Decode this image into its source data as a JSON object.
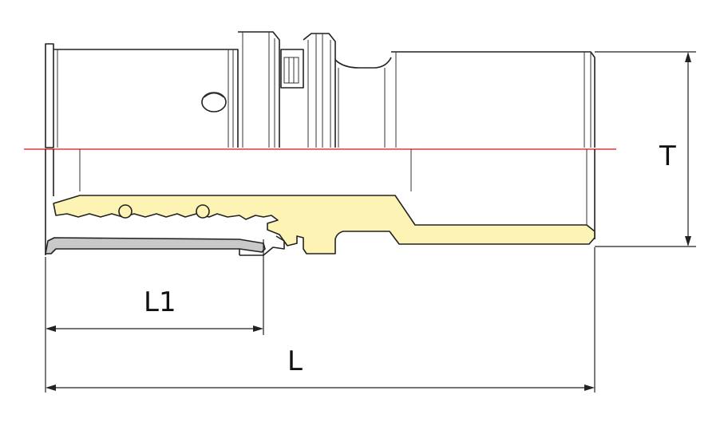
{
  "labels": {
    "l1": "L1",
    "l": "L",
    "t": "T"
  },
  "colors": {
    "brass": "#fdf3b4",
    "steel": "#c9c9c9",
    "centerline": "#e53935",
    "ink": "#222222"
  }
}
